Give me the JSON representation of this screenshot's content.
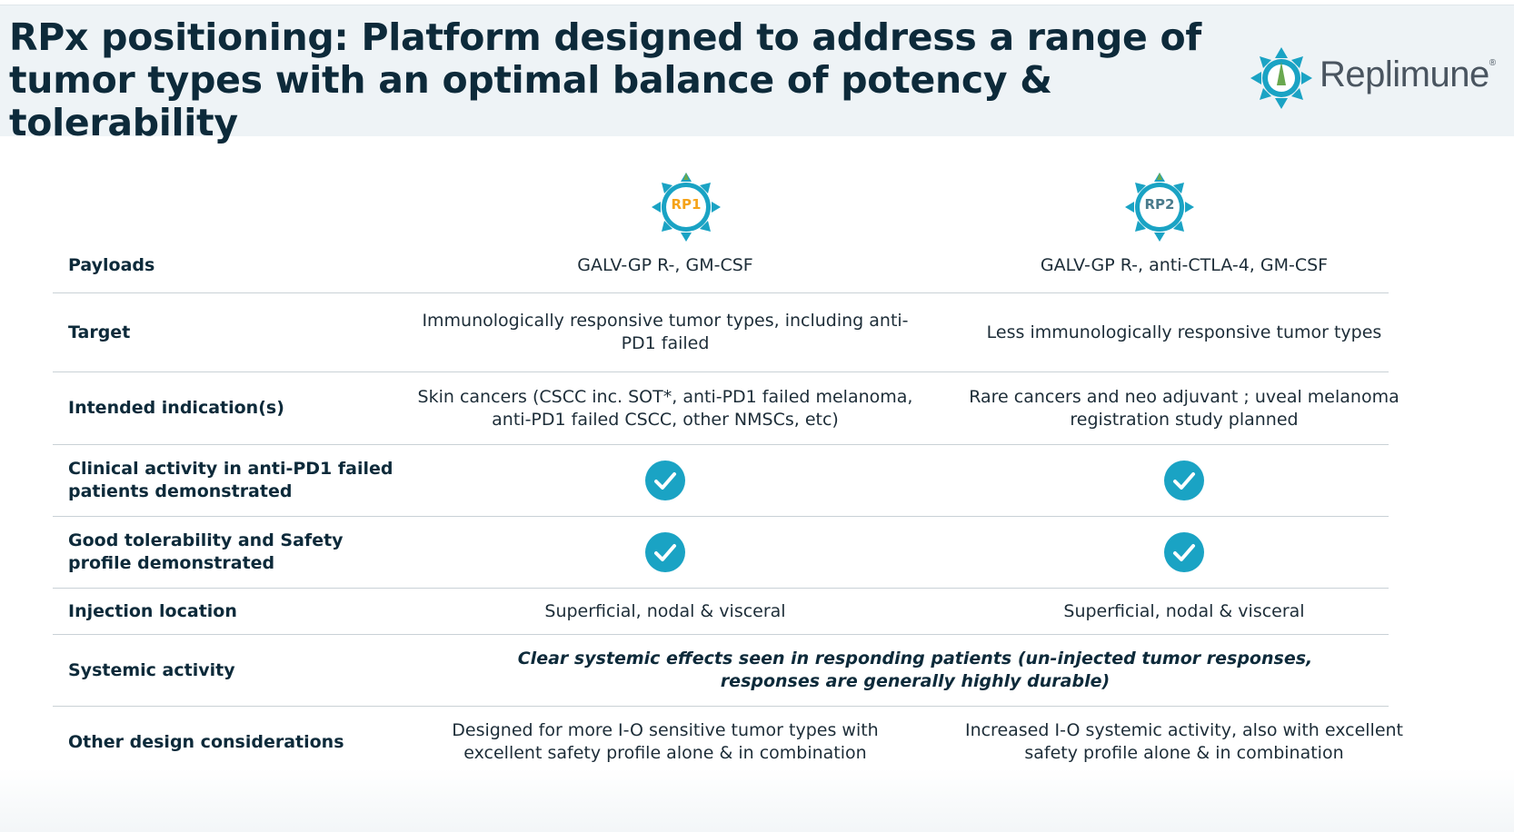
{
  "slide": {
    "title": "RPx positioning: Platform designed to address a range of tumor types with an optimal balance of potency & tolerability"
  },
  "logo": {
    "text": "Replimune",
    "mark": "®",
    "icon": "replimune-logo-icon"
  },
  "products": [
    {
      "label": "RP1",
      "label_color": "#f5a31a",
      "icon": "rp1-badge-icon"
    },
    {
      "label": "RP2",
      "label_color": "#4a7b8c",
      "icon": "rp2-badge-icon"
    }
  ],
  "colors": {
    "title": "#0d2a3a",
    "accent_teal": "#1aa3c4",
    "header_bg": "#eef3f6",
    "leaf_green": "#6aa84f"
  },
  "table": {
    "rows": [
      {
        "label": "Payloads",
        "rp1": "GALV-GP R-, GM-CSF",
        "rp2": "GALV-GP R-, anti-CTLA-4, GM-CSF"
      },
      {
        "label": "Target",
        "rp1": "Immunologically responsive tumor types, including anti-PD1 failed",
        "rp2": "Less immunologically responsive tumor types"
      },
      {
        "label": "Intended indication(s)",
        "rp1": "Skin cancers (CSCC inc. SOT*, anti-PD1 failed melanoma, anti-PD1 failed CSCC, other NMSCs, etc)",
        "rp2": "Rare cancers and neo adjuvant ; uveal melanoma registration study planned"
      },
      {
        "label": "Clinical activity in anti-PD1 failed patients demonstrated",
        "rp1_icon": "checkmark-circle-icon",
        "rp2_icon": "checkmark-circle-icon"
      },
      {
        "label": "Good tolerability and Safety profile demonstrated",
        "rp1_icon": "checkmark-circle-icon",
        "rp2_icon": "checkmark-circle-icon"
      },
      {
        "label": "Injection location",
        "rp1": "Superficial, nodal & visceral",
        "rp2": "Superficial, nodal & visceral"
      },
      {
        "label": "Systemic activity",
        "both": "Clear systemic effects seen in responding patients (un-injected tumor responses, responses are generally highly durable)"
      },
      {
        "label": "Other design considerations",
        "rp1": "Designed for more I-O sensitive tumor types with excellent safety profile alone & in combination",
        "rp2": "Increased I-O systemic activity, also with excellent safety profile alone & in combination"
      }
    ]
  }
}
